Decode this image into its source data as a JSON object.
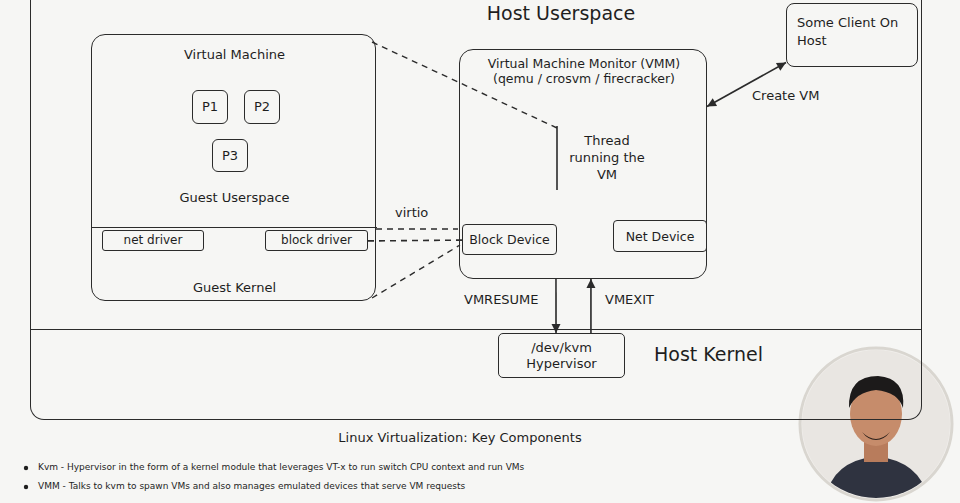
{
  "diagram": {
    "caption": "Linux Virtualization: Key Components",
    "nodes": [
      {
        "text": [
          "Host Userspace"
        ]
      },
      {
        "text": [
          "Virtual Machine",
          "Guest Userspace"
        ],
        "in": 0
      },
      {
        "text": [
          "P1"
        ],
        "in": 1
      },
      {
        "text": [
          "P2"
        ],
        "in": 1
      },
      {
        "text": [
          "P3"
        ],
        "in": 1
      },
      {
        "text": [
          "Guest Kernel"
        ],
        "in": 1
      },
      {
        "text": [
          "net driver"
        ],
        "in": 5
      },
      {
        "text": [
          "block driver"
        ],
        "in": 5
      },
      {
        "text": [
          "Virtual Machine Monitor (VMM) (qemu / crosvm / firecracker)",
          "Thread running the VM"
        ],
        "in": 0
      },
      {
        "text": [
          "Block Device"
        ],
        "in": 8
      },
      {
        "text": [
          "Net Device"
        ],
        "in": 8
      },
      {
        "text": [
          "Some Client On Host"
        ],
        "in": 0
      },
      {
        "text": [
          "Host Kernel"
        ]
      },
      {
        "text": [
          "/dev/kvm",
          "Hypervisor"
        ],
        "in": 12
      }
    ],
    "edges": [
      {
        "from": 11,
        "to": 8,
        "label": "Create VM",
        "arrow": "both"
      },
      {
        "from": 7,
        "to": 9,
        "label": "virtio",
        "arrow": "none"
      },
      {
        "from": 8,
        "to": 13,
        "label": "VMRESUME",
        "arrow": "to"
      },
      {
        "from": 13,
        "to": 8,
        "label": "VMEXIT",
        "arrow": "to"
      }
    ],
    "labels": [
      "Kvm - Hypervisor in the form of a kernel module that leverages VT-x to run switch CPU context and run VMs",
      "VMM - Talks to kvm to spawn VMs and also manages emulated devices that serve VM requests"
    ]
  }
}
